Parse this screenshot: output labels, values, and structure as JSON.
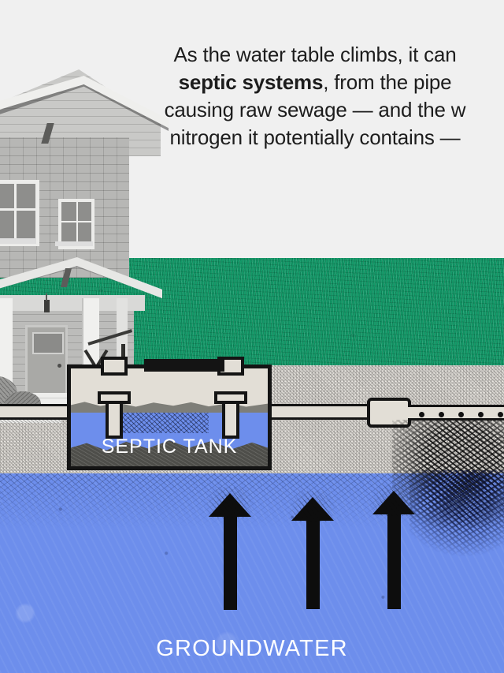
{
  "caption": {
    "lines": [
      {
        "text": "As the water table climbs, it can",
        "bold": null
      },
      {
        "pre": "",
        "bold": "septic systems",
        "post": ", from the pipe"
      },
      {
        "text": "causing raw sewage — and the w",
        "bold": null
      },
      {
        "text": "nitrogen it potentially contains —",
        "bold": null
      }
    ]
  },
  "diagram": {
    "layers": [
      {
        "name": "lawn",
        "label": "",
        "color": "#149a69"
      },
      {
        "name": "soil",
        "label": "",
        "color": "#e9e6e1"
      },
      {
        "name": "groundwater",
        "label": "GROUNDWATER",
        "color": "#6d8eec"
      }
    ],
    "tank_label": "SEPTIC TANK",
    "groundwater_label": "GROUNDWATER",
    "arrow_count": 3,
    "drain_perforations": 6
  },
  "colors": {
    "background": "#f0f0f0",
    "grass_green": "#149a69",
    "soil_beige": "#e9e6e1",
    "water_blue": "#6d8eec",
    "outline_black": "#141414",
    "text_dark": "#1d1d1d",
    "label_white": "#ffffff"
  },
  "icons": {
    "house": "house-icon",
    "septic_tank": "septic-tank-icon",
    "distribution_box": "distribution-box-icon",
    "drain_pipe": "perforated-drain-pipe-icon",
    "arrow": "up-arrow-icon",
    "contamination": "contamination-plume-icon"
  }
}
